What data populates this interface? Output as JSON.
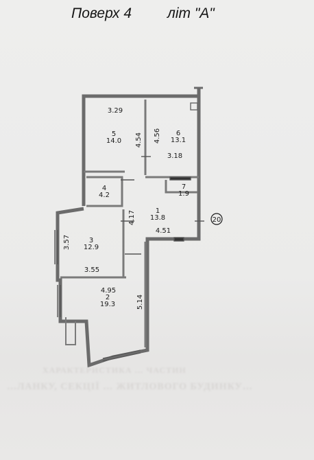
{
  "header": {
    "floor": "Поверх 4",
    "lit": "літ \"А\""
  },
  "rooms": [
    {
      "number": "1",
      "area": "13.8"
    },
    {
      "number": "2",
      "area": "19.3"
    },
    {
      "number": "3",
      "area": "12.9"
    },
    {
      "number": "4",
      "area": "4.2"
    },
    {
      "number": "5",
      "area": "14.0"
    },
    {
      "number": "6",
      "area": "13.1"
    },
    {
      "number": "7",
      "area": "1.9"
    }
  ],
  "dimensions": {
    "room5_width": "3.29",
    "room5_length": "4.54",
    "room6_length": "4.56",
    "room6_width": "3.18",
    "room1_length": "4.17",
    "room1_width": "4.51",
    "room3_length": "3.57",
    "room3_width": "3.55",
    "room2_width": "4.95",
    "room2_length": "5.14"
  },
  "marker": "20",
  "footer_faded": {
    "line1": "ХАРАКТЕРИСТИКА … ЧАСТИН",
    "line2": "…ЛАНКУ, СЕКЦІЇ … ЖИТЛОВОГО БУДИНКУ…"
  },
  "colors": {
    "wall": "#6b6b6b",
    "wall_fill": "#f2f2f2",
    "ink": "#1a1a1a"
  }
}
